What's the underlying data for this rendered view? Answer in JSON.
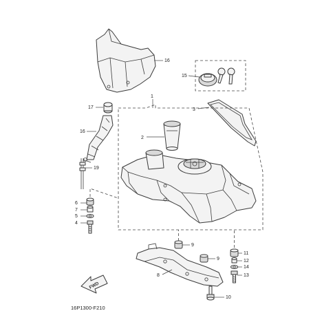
{
  "diagram": {
    "code": "16P1300-F210",
    "fwd_label": "FWD",
    "callouts": {
      "c1": "1",
      "c2": "2",
      "c3": "3",
      "c4": "4",
      "c5": "5",
      "c6": "6",
      "c7": "7",
      "c8": "8",
      "c9a": "9",
      "c9b": "9",
      "c10": "10",
      "c11": "11",
      "c12": "12",
      "c13": "13",
      "c14": "14",
      "c15": "15",
      "c16a": "16",
      "c16b": "16",
      "c17": "17",
      "c19": "19"
    }
  }
}
